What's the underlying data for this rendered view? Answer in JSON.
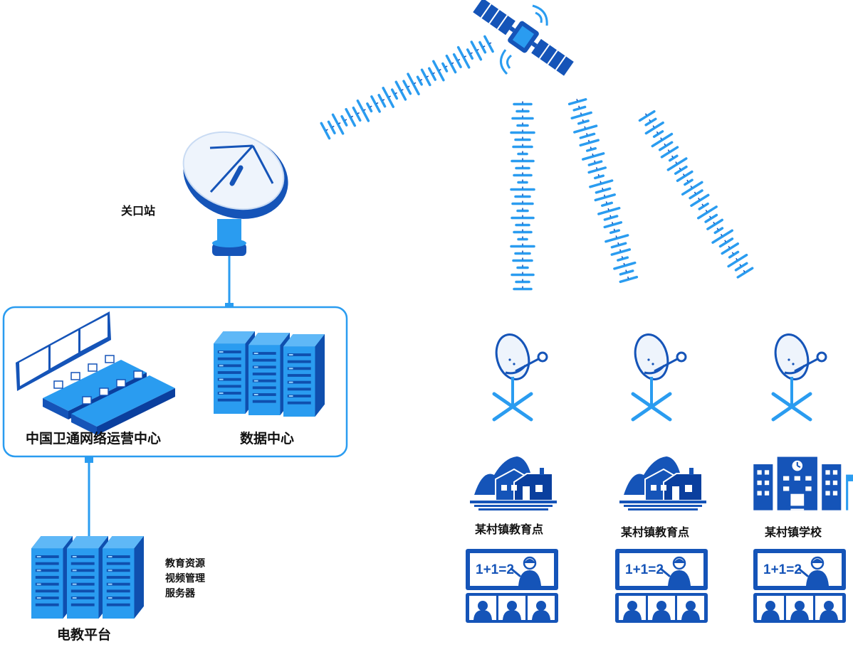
{
  "colors": {
    "primary": "#1554b8",
    "light": "#2a9cf0",
    "dark": "#0a3f9e",
    "pale": "#e7f0fb",
    "line": "#2a9cf0"
  },
  "labels": {
    "gateway": "关口站",
    "ops_center": "中国卫通网络运营中心",
    "data_center": "数据中心",
    "server_l1": "教育资源",
    "server_l2": "视频管理",
    "server_l3": "服务器",
    "platform": "电教平台",
    "site1": "某村镇教育点",
    "site2": "某村镇教育点",
    "site3": "某村镇学校",
    "board_text": "1+1=2"
  },
  "icons": {
    "satellite": "satellite-icon",
    "gateway_dish": "gateway-dish-icon",
    "terminal_dish": "terminal-dish-icon",
    "server": "server-rack-icon",
    "village": "village-icon",
    "school": "school-icon",
    "classroom": "classroom-icon"
  }
}
